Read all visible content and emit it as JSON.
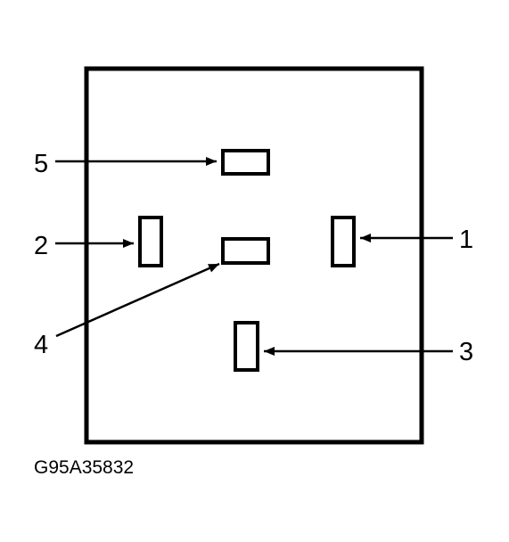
{
  "diagram": {
    "callouts": {
      "pin_1": "1",
      "pin_2": "2",
      "pin_3": "3",
      "pin_4": "4",
      "pin_5": "5"
    },
    "figure_code": "G95A35832"
  },
  "colors": {
    "ink": "#000000",
    "background": "#ffffff"
  }
}
